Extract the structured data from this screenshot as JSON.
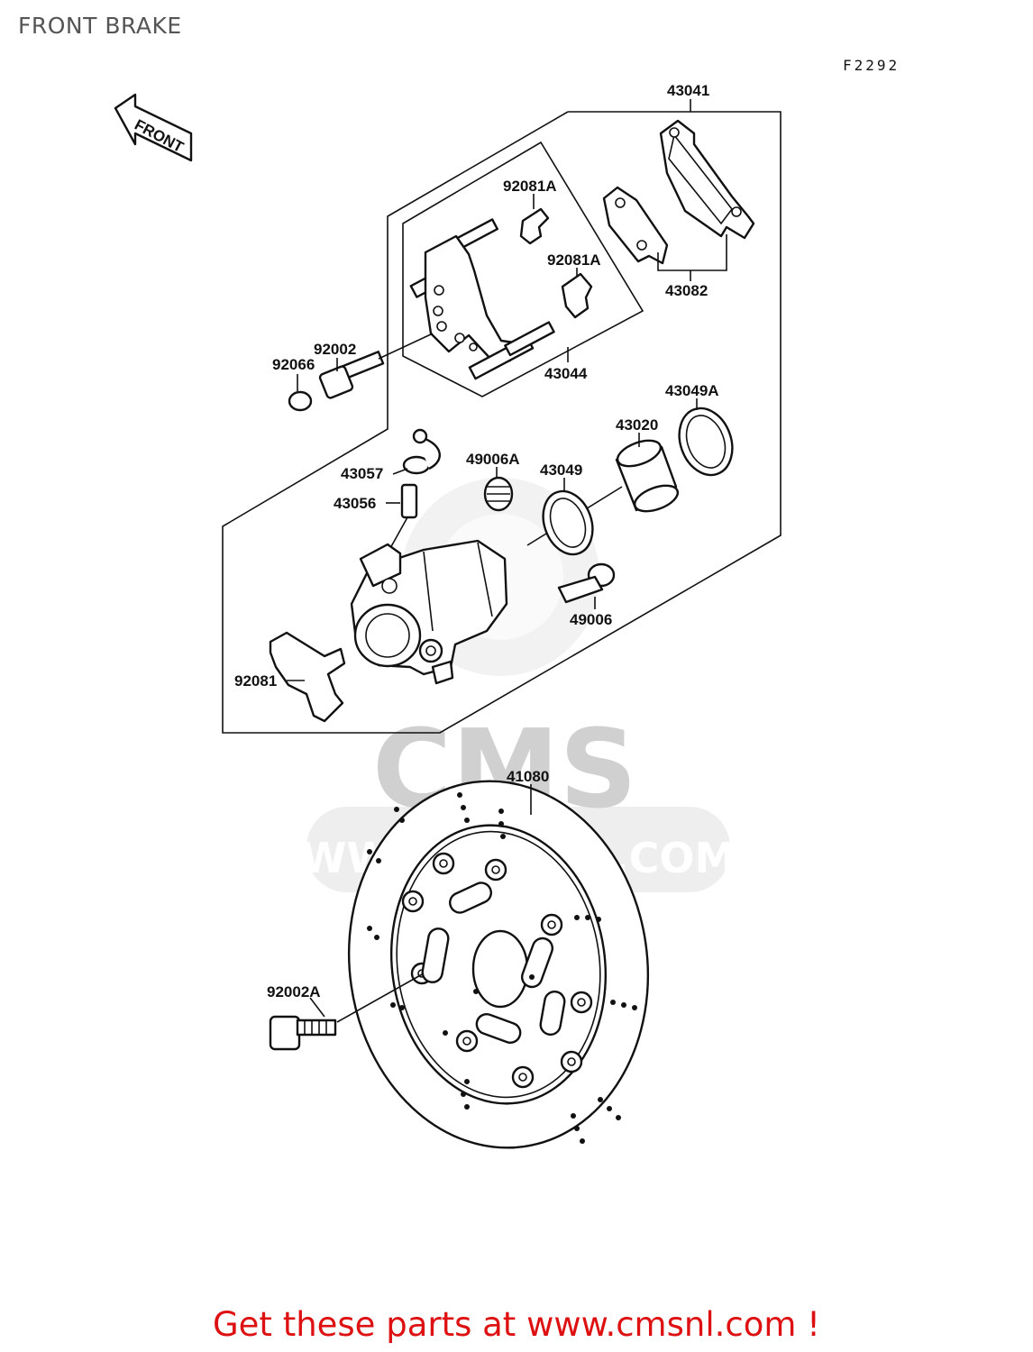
{
  "header": {
    "title": "FRONT BRAKE",
    "figure_code": "F2292"
  },
  "front_arrow_label": "FRONT",
  "watermark": {
    "logo_text": "CMS",
    "url_text": "WWW.CMSNL.COM"
  },
  "parts": {
    "p43041": "43041",
    "p43082": "43082",
    "p92081A_1": "92081A",
    "p92081A_2": "92081A",
    "p43044": "43044",
    "p92002": "92002",
    "p92066": "92066",
    "p43049A": "43049A",
    "p43020": "43020",
    "p49006A": "49006A",
    "p43049": "43049",
    "p43057": "43057",
    "p43056": "43056",
    "p49006": "49006",
    "p92081": "92081",
    "p41080": "41080",
    "p92002A": "92002A"
  },
  "footer": {
    "promo": "Get these parts at www.cmsnl.com !"
  }
}
